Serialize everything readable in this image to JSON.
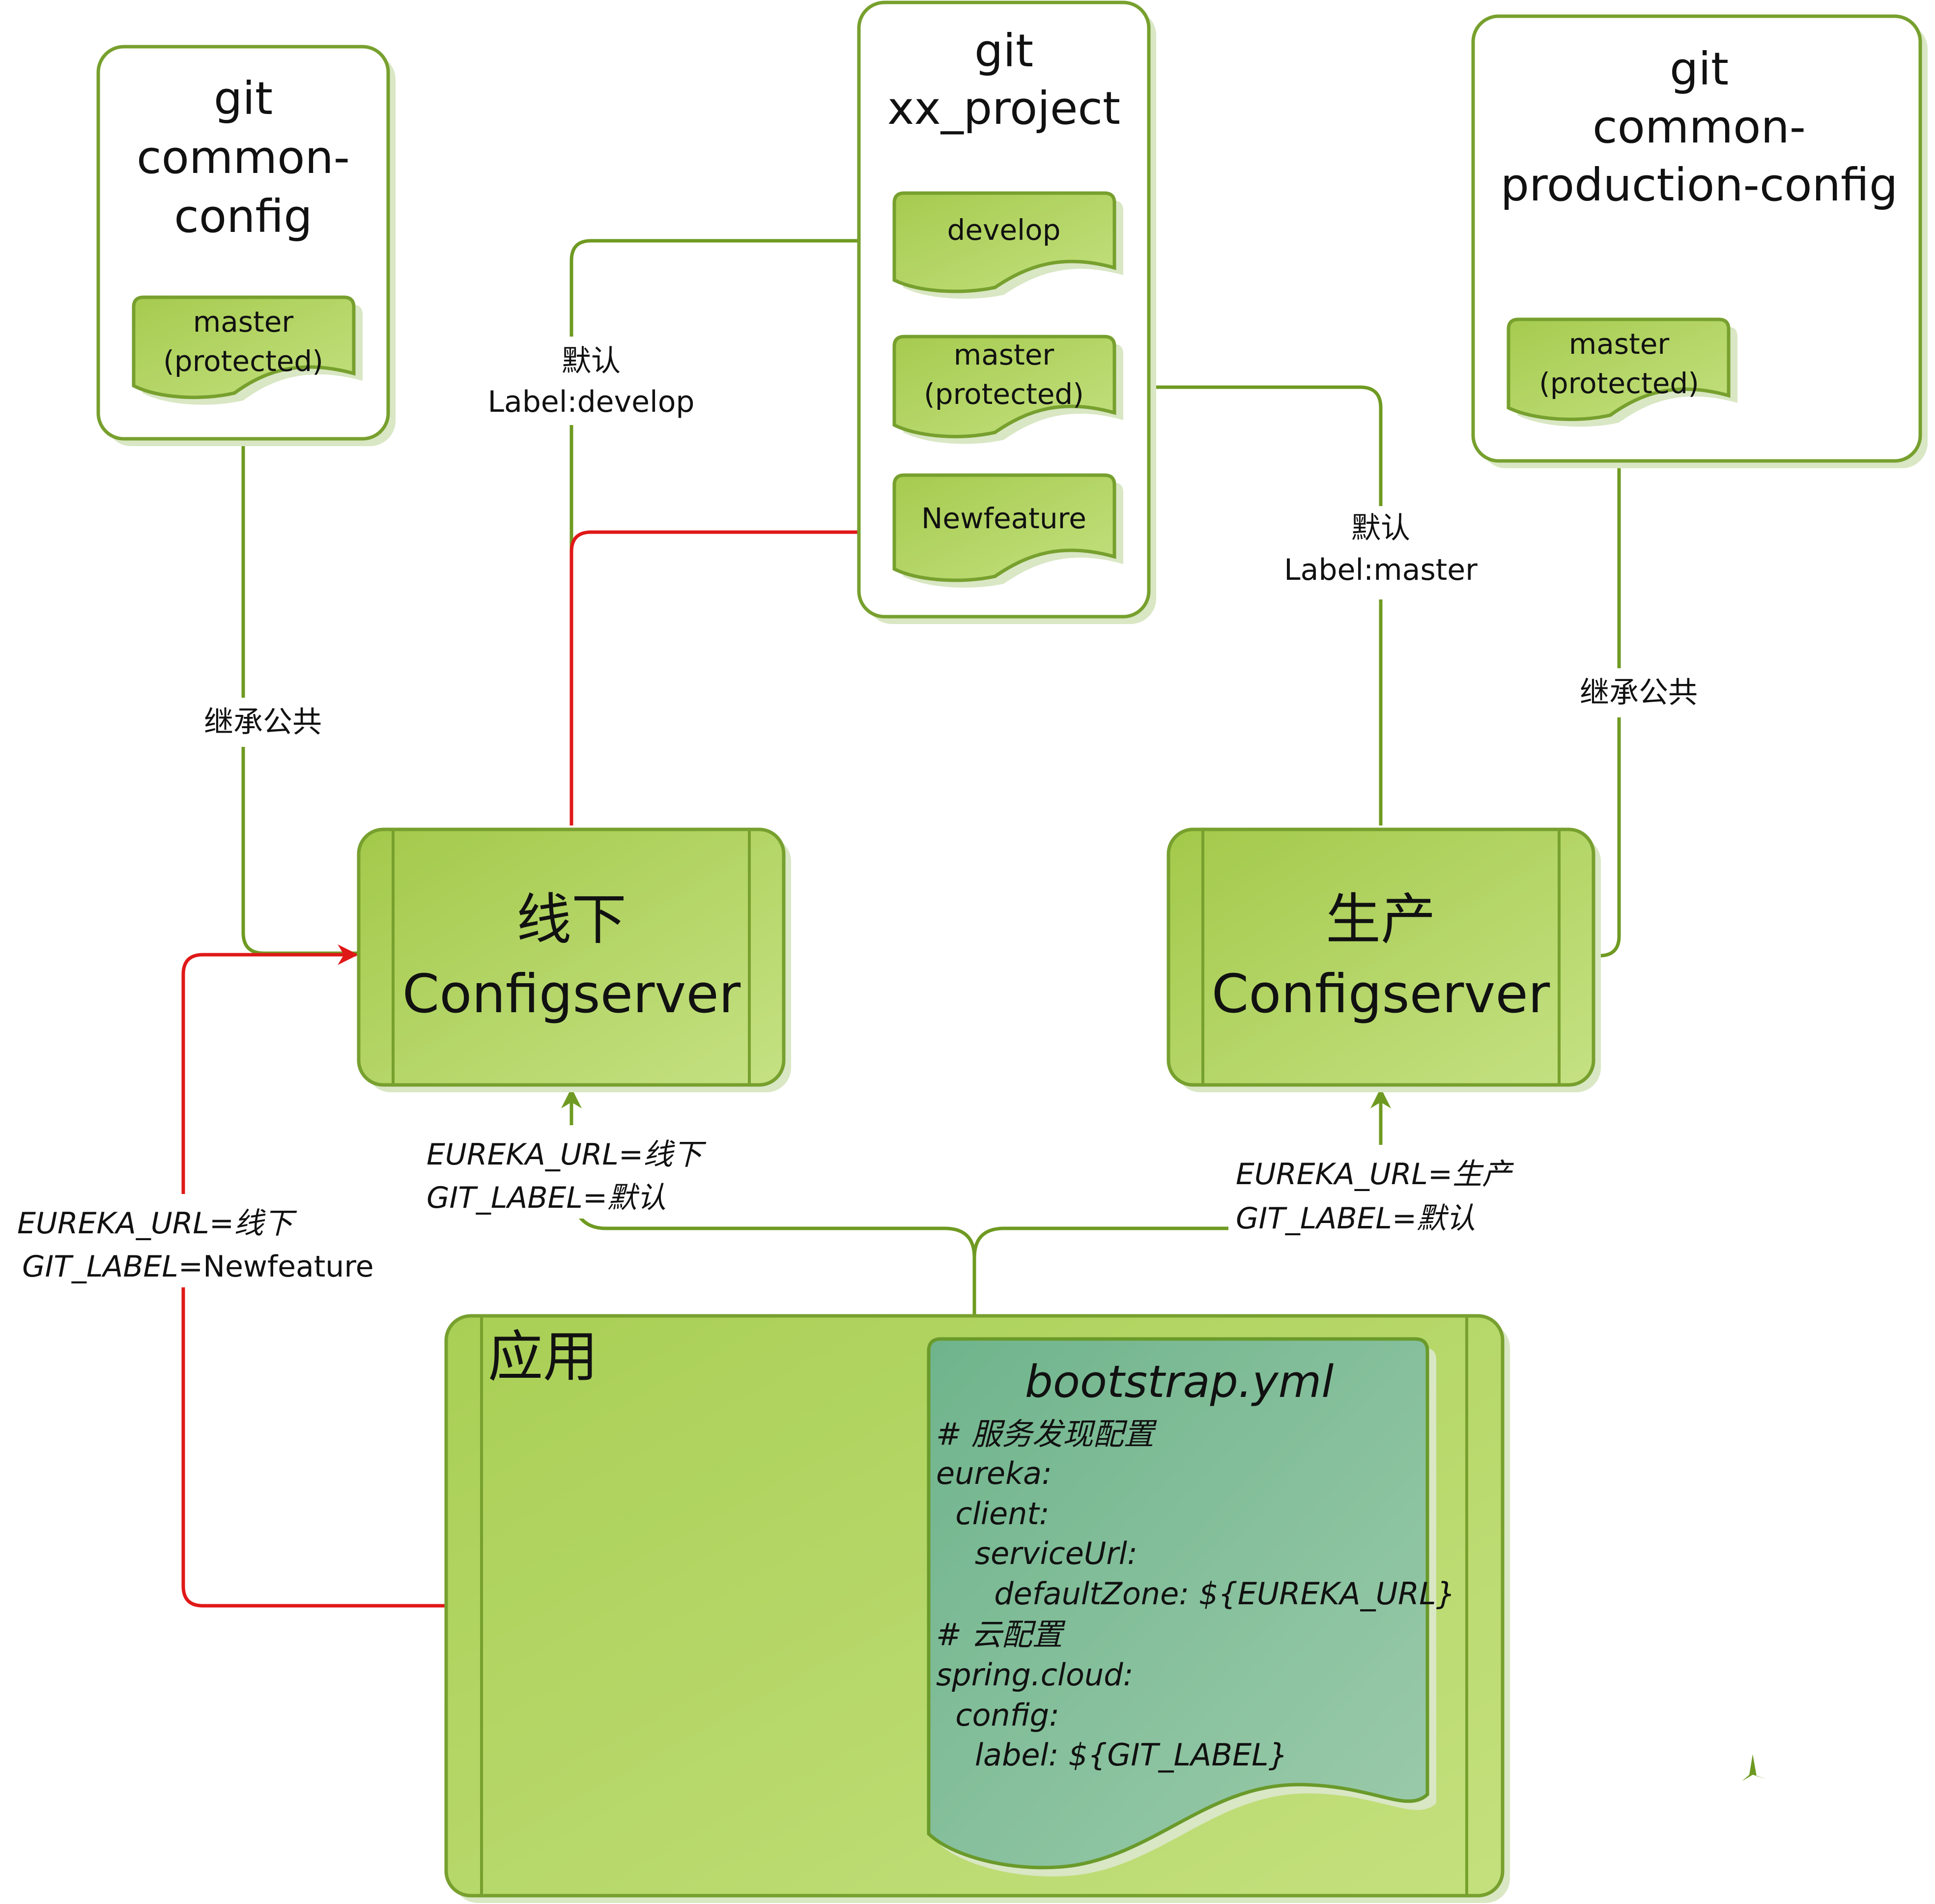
{
  "repos": {
    "common_config": {
      "title_lines": [
        "git",
        "common-",
        "config"
      ],
      "branch_lines": [
        "master",
        "(protected)"
      ]
    },
    "xx_project": {
      "title_lines": [
        "git",
        "xx_project"
      ],
      "branches": {
        "develop": {
          "label": "develop"
        },
        "master": {
          "lines": [
            "master",
            "(protected)"
          ]
        },
        "newfeature": {
          "label": "Newfeature"
        }
      }
    },
    "common_production_config": {
      "title_lines": [
        "git",
        "common-",
        "production-config"
      ],
      "branch_lines": [
        "master",
        "(protected)"
      ]
    }
  },
  "edge_labels": {
    "inherit_left": "继承公共",
    "inherit_right": "继承公共",
    "default_develop": [
      "默认",
      "Label:develop"
    ],
    "default_master": [
      "默认",
      "Label:master"
    ]
  },
  "servers": {
    "offline": {
      "name_cn": "线下",
      "name_en": "Configserver"
    },
    "production": {
      "name_cn": "生产",
      "name_en": "Configserver"
    }
  },
  "env_labels": {
    "offline_default": [
      "EUREKA_URL=线下",
      "GIT_LABEL=默认"
    ],
    "production_default": [
      "EUREKA_URL=生产",
      "GIT_LABEL=默认"
    ],
    "offline_newfeature": {
      "line1": "EUREKA_URL=线下",
      "line2_key": "GIT_LABEL",
      "line2_value": "=Newfeature"
    }
  },
  "app": {
    "title": "应用",
    "doc_title": "bootstrap.yml",
    "yaml_lines": [
      "# 服务发现配置",
      "eureka:",
      "  client:",
      "    serviceUrl:",
      "      defaultZone: ${EUREKA_URL}",
      "# 云配置",
      "spring.cloud:",
      "  config:",
      "    label: ${GIT_LABEL}"
    ]
  },
  "colors": {
    "edge_green": "#6f9a22",
    "edge_red": "#e01818",
    "shape_green": "#a9cd52",
    "doc_teal": "#7dbc96"
  }
}
